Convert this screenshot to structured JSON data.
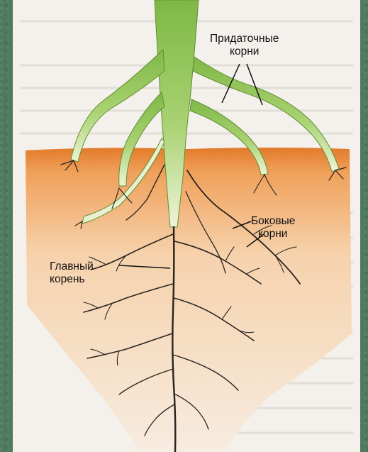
{
  "labels": {
    "adventitious": {
      "line1": "Придаточные",
      "line2": "корни"
    },
    "lateral": {
      "line1": "Боковые",
      "line2": "корни"
    },
    "main": {
      "line1": "Главный",
      "line2": "корень"
    }
  },
  "colors": {
    "background": "#4f7a60",
    "paper": "#f4f1ec",
    "soil_top": "#e88a3c",
    "soil_bottom": "#f6e6d3",
    "stem": "#8fc257",
    "stem_light": "#c6e29a",
    "root": "#2a2420"
  }
}
